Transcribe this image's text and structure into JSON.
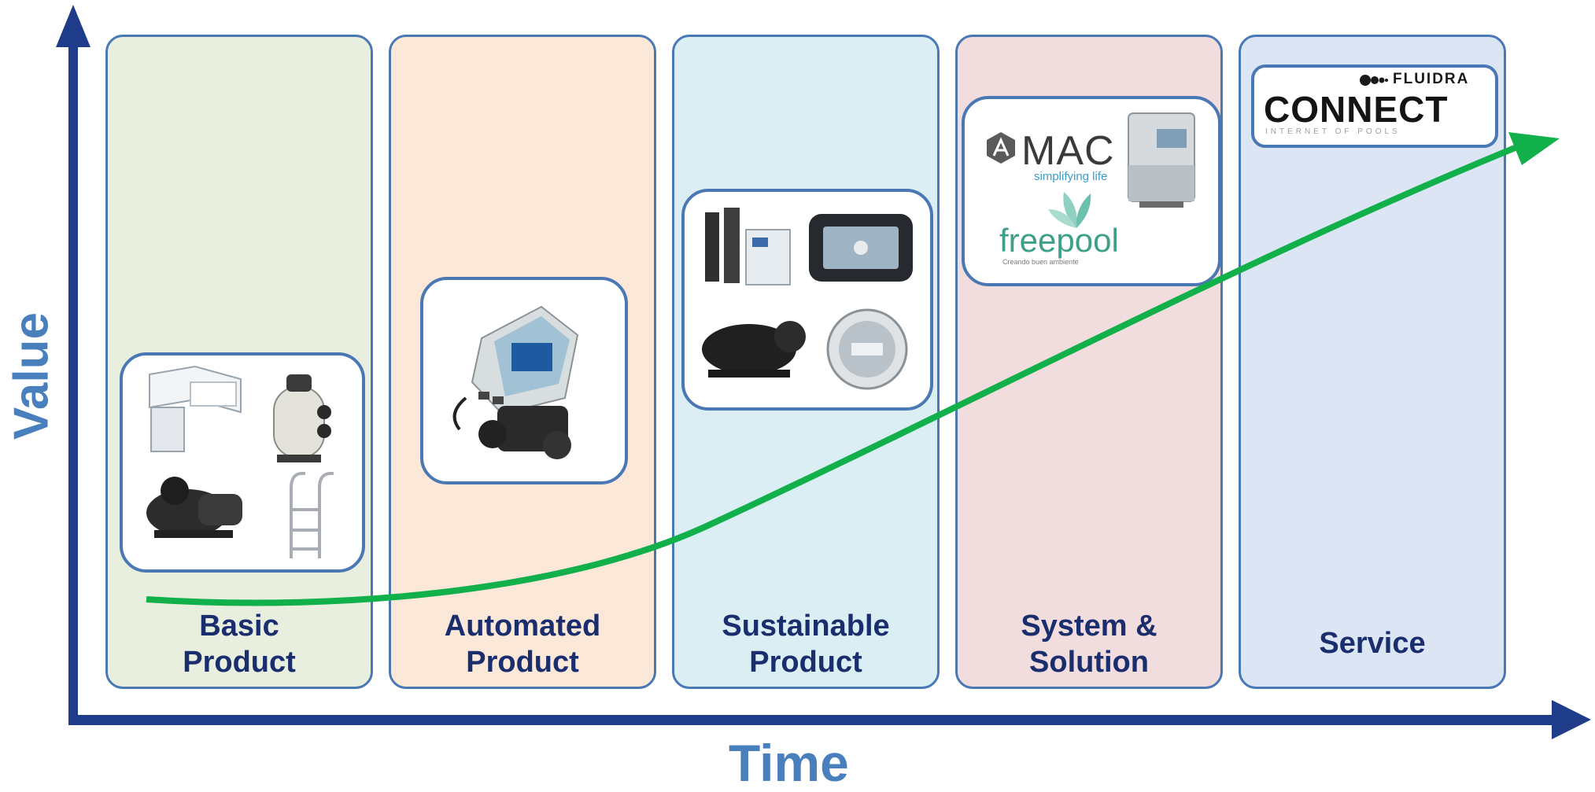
{
  "diagram": {
    "axis_x_label": "Time",
    "axis_y_label": "Value",
    "stages": [
      {
        "label": "Basic\nProduct",
        "color": "#e8efdf"
      },
      {
        "label": "Automated\nProduct",
        "color": "#fbe8d9"
      },
      {
        "label": "Sustainable\nProduct",
        "color": "#daeef4"
      },
      {
        "label": "System &\nSolution",
        "color": "#f1dcde"
      },
      {
        "label": "Service",
        "color": "#dce5f3"
      }
    ],
    "curve_color": "#11b04a",
    "axis_color": "#1f3c8a",
    "logos": {
      "mac": "MAC",
      "mac_tagline": "simplifying life",
      "freepool": "freepool",
      "freepool_tagline": "Creando buen ambiente",
      "fluidra": "FLUIDRA",
      "connect": "CONNECT",
      "connect_tagline": "INTERNET OF POOLS"
    }
  }
}
